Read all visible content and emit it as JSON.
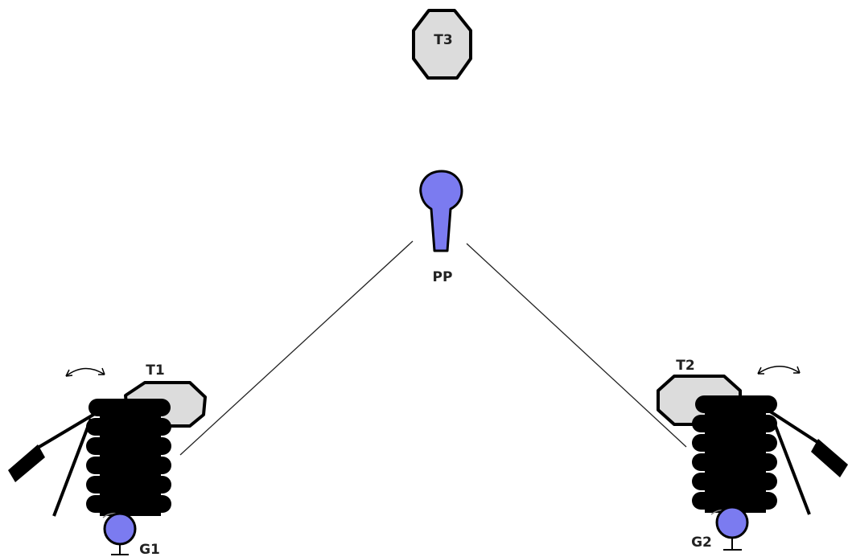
{
  "labels": {
    "t3": "T3",
    "pp": "PP",
    "t1": "T1",
    "t2": "T2",
    "g1": "G1",
    "g2": "G2"
  },
  "colors": {
    "table": "#dcdcdc",
    "player": "#7b7bf0",
    "outline": "#000000",
    "spring": "#000000"
  },
  "icons": {
    "rotate_arrow": "double-headed-curved-arrow",
    "table": "octagon-table",
    "player": "keyhole-figure",
    "spring": "stacked-coil-spring"
  }
}
